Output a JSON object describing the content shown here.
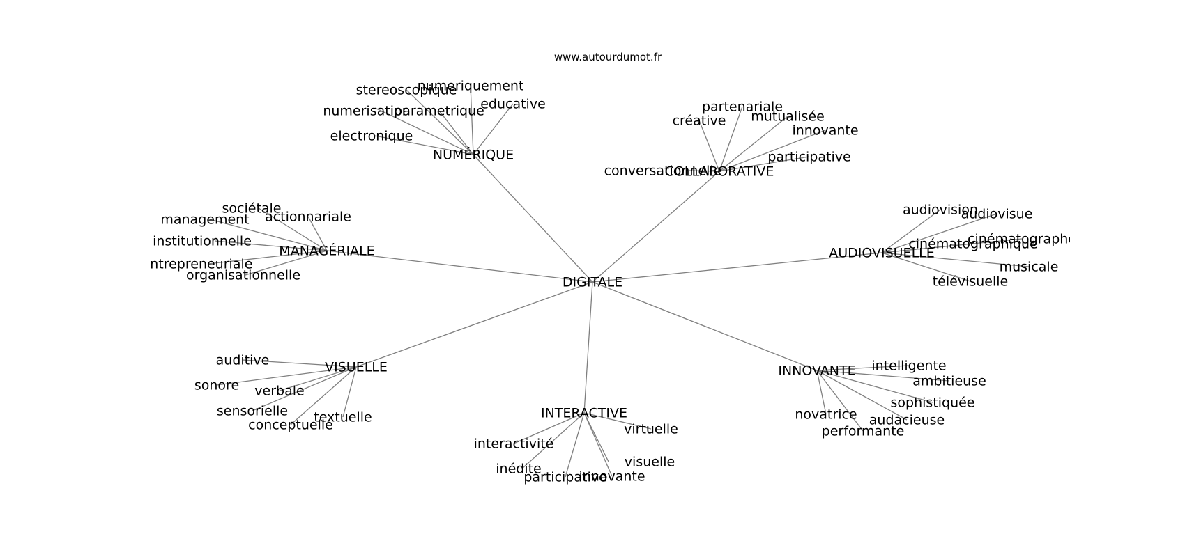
{
  "site": "www.autourdumot.fr",
  "colors": {
    "edge": "#7f7f7f",
    "text": "#000000",
    "background": "#ffffff"
  },
  "root": "DIGITALE",
  "groups": [
    {
      "label": "NUMÉRIQUE",
      "words": [
        "numeriquement",
        "stereoscopique",
        "educative",
        "numerisation",
        "parametrique",
        "electronique"
      ]
    },
    {
      "label": "COLLABORATIVE",
      "words": [
        "partenariale",
        "mutualisée",
        "créative",
        "innovante",
        "participative",
        "conversationnelle"
      ]
    },
    {
      "label": "MANAGÉRIALE",
      "words": [
        "sociétale",
        "actionnariale",
        "management",
        "institutionnelle",
        "entrepreneuriale",
        "organisationnelle"
      ]
    },
    {
      "label": "AUDIOVISUELLE",
      "words": [
        "audiovision",
        "audiovisue",
        "cinématographe",
        "cinématographique",
        "musicale",
        "télévisuelle"
      ]
    },
    {
      "label": "VISUELLE",
      "words": [
        "auditive",
        "sonore",
        "verbale",
        "sensorielle",
        "textuelle",
        "conceptuelle"
      ]
    },
    {
      "label": "INNOVANTE",
      "words": [
        "intelligente",
        "ambitieuse",
        "sophistiquée",
        "novatrice",
        "audacieuse",
        "performante"
      ]
    },
    {
      "label": "INTERACTIVE",
      "words": [
        "virtuelle",
        "interactivité",
        "visuelle",
        "inédite",
        "participative",
        "innovante"
      ]
    }
  ]
}
